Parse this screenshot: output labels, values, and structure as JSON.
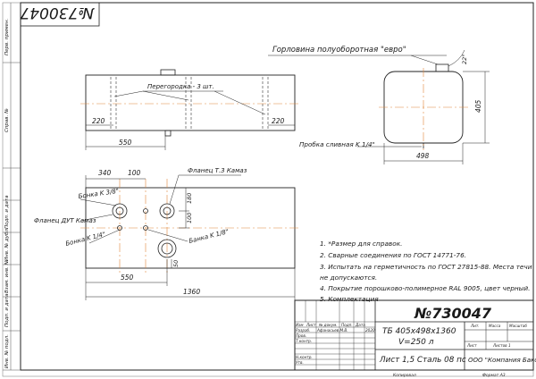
{
  "doc_number": "№730047",
  "doc_number_rotated": "№730047",
  "labels": {
    "neck": "Горловина полуоборотная \"евро\"",
    "partitions": "Перегородка - 3 шт.",
    "drain_plug": "Пробка сливная K 1/4\"",
    "flange_t3": "Фланец Т.3 Камаз",
    "flange_dut": "Фланец ДУТ Камаз",
    "bank_38": "Бонка K 3/8\"",
    "bank_14": "Бонка K 1/4\"",
    "bank_18": "Банка K 1/8\""
  },
  "dims": {
    "d220a": "220",
    "d220b": "220",
    "d550a": "550",
    "d340": "340",
    "d100a": "100",
    "d180": "180",
    "d100b": "100",
    "d550b": "550",
    "d1360": "1360",
    "d50": "50",
    "d405": "405",
    "d498": "498",
    "d22": "22°"
  },
  "notes": [
    "1. *Размер для справок.",
    "2. Сварные соединения по ГОСТ 14771-76.",
    "3. Испытать на герметичность по ГОСТ 27815-88. Места течи",
    "    не допускаются.",
    "4. Покрытие порошково-полимерное RAL 9005, цвет черный.",
    "5. Комплектация"
  ],
  "title_block": {
    "number": "№730047",
    "name_line1": "ТБ 405х498х1360",
    "name_line2": "V=250 л",
    "material": "Лист 1,5 Сталь 08 пс",
    "company": "ООО \"Компания Бакор\"",
    "h_izm": "Изм",
    "h_list": "Лист",
    "h_doc": "№ докум.",
    "h_sign": "Подп.",
    "h_date": "Дата",
    "r_razrab": "Разраб.",
    "r_razrab_name": "Афанасьев М.В.",
    "r_razrab_date": "2020",
    "r_prov": "Пров.",
    "r_tkontr": "Т.контр.",
    "r_nkontr": "Н.контр.",
    "r_utv": "Утв.",
    "h_lit": "Лит.",
    "h_mass": "Масса",
    "h_scale": "Масштаб",
    "h_sheet": "Лист",
    "h_sheets": "Листов 1",
    "copied": "Копировал",
    "format": "Формат А3"
  },
  "side_stamps": [
    "Перв. примен.",
    "Справ. №",
    "Подп. и дата",
    "Инв. № дубл.",
    "Взам. инв. №",
    "Подп. и дата",
    "Инв. № подл."
  ]
}
